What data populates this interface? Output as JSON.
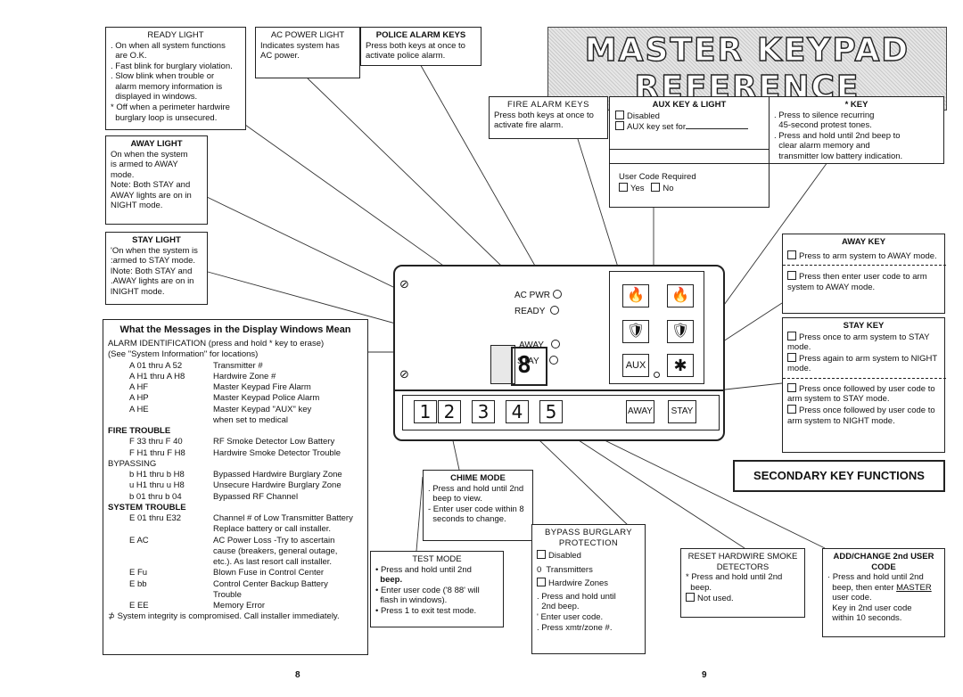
{
  "title": {
    "line1": "MASTER KEYPAD",
    "line2": "REFERENCE DIAGRAM"
  },
  "ready_light": {
    "heading": "READY LIGHT",
    "lines": [
      ". On when all system functions",
      "  are O.K.",
      ". Fast blink for burglary violation.",
      ". Slow blink when trouble or",
      "  alarm memory information is",
      "  displayed in windows.",
      "* Off when a perimeter hardwire",
      "  burglary loop is unsecured."
    ]
  },
  "ac_power_light": {
    "heading": "AC POWER LIGHT",
    "lines": [
      "Indicates system has",
      "AC power."
    ]
  },
  "police_alarm_keys": {
    "heading": "POLICE ALARM KEYS",
    "lines": [
      "Press both keys at once to",
      "activate police alarm."
    ]
  },
  "away_light": {
    "heading": "AWAY LIGHT",
    "lines": [
      "On when the system",
      "is armed to AWAY",
      "mode.",
      "Note: Both STAY and",
      "AWAY lights are on in",
      "NIGHT mode."
    ]
  },
  "stay_light": {
    "heading": "STAY LIGHT",
    "lines": [
      "'On when the system is",
      ":armed to STAY mode.",
      "lNote: Both STAY and",
      ".AWAY lights are on in",
      "lNIGHT mode."
    ]
  },
  "fire_alarm_keys": {
    "heading": "FIRE ALARM KEYS",
    "lines": [
      "Press both keys at once to",
      "activate fire alarm."
    ]
  },
  "aux_key": {
    "heading": "AUX KEY & LIGHT",
    "disabled": "Disabled",
    "aux_for": "AUX key set for",
    "user_code": "User Code Required",
    "yes": "Yes",
    "no": "No"
  },
  "star_key": {
    "heading": "* KEY",
    "lines": [
      ". Press to silence recurring",
      "  45-second protest tones.",
      ". Press and hold until 2nd beep to",
      "  clear alarm memory and",
      "  transmitter low battery indication."
    ]
  },
  "away_key": {
    "heading": "AWAY KEY",
    "item1": "Press to arm system to AWAY mode.",
    "item2": "Press then enter user code to arm system to AWAY mode."
  },
  "stay_key": {
    "heading": "STAY KEY",
    "item1": "Press once to arm system to STAY mode.",
    "item2": "Press again to arm system to NIGHT mode.",
    "item3": "Press once followed by user code to arm system to STAY mode.",
    "item4": "Press once followed by user code to arm system to NIGHT mode."
  },
  "secondary": "SECONDARY KEY FUNCTIONS",
  "keypad": {
    "ac_pwr": "AC PWR",
    "ready": "READY",
    "away": "AWAY",
    "stay": "STAY",
    "aux": "AUX",
    "star": "✱",
    "display": "8",
    "keys": [
      "1",
      "2",
      "3",
      "4",
      "5"
    ],
    "away_key": "AWAY",
    "stay_key": "STAY"
  },
  "messages": {
    "heading": "What the Messages in the Display Windows Mean",
    "alarm_id": "ALARM IDENTIFICATION (press and hold * key to erase)",
    "see": "(See \"System Information\" for locations)",
    "alarm_rows": [
      [
        "A 01 thru A 52",
        "Transmitter #"
      ],
      [
        "A H1 thru A H8",
        "Hardwire Zone #"
      ],
      [
        "A HF",
        "Master Keypad Fire Alarm"
      ],
      [
        "A HP",
        "Master Keypad Police Alarm"
      ],
      [
        "A HE",
        "Master Keypad \"AUX\" key"
      ],
      [
        "",
        "when set to medical"
      ]
    ],
    "fire_trouble": "FIRE TROUBLE",
    "fire_rows": [
      [
        "F 33 thru F 40",
        "RF Smoke Detector Low Battery"
      ],
      [
        "F H1 thru F H8",
        "Hardwire Smoke Detector Trouble"
      ]
    ],
    "bypassing": "BYPASSING",
    "bypass_rows": [
      [
        "b H1 thru b H8",
        "Bypassed Hardwire Burglary Zone"
      ],
      [
        "u H1 thru u H8",
        "Unsecure Hardwire Burglary Zone"
      ],
      [
        "b 01 thru b 04",
        "Bypassed RF Channel"
      ]
    ],
    "system_trouble": "SYSTEM TROUBLE",
    "system_rows": [
      [
        "E 01 thru E32",
        "Channel # of Low Transmitter Battery"
      ],
      [
        "",
        "Replace battery or call installer."
      ],
      [
        "E AC",
        "AC Power Loss -Try to ascertain"
      ],
      [
        "",
        "cause (breakers, general outage,"
      ],
      [
        "",
        "etc.). As last resort call installer."
      ],
      [
        "E Fu",
        "Blown Fuse in Control Center"
      ],
      [
        "E bb",
        "Control Center Backup Battery"
      ],
      [
        "",
        "Trouble"
      ],
      [
        "E EE",
        "Memory Error"
      ]
    ],
    "footer": "System integrity is compromised. Call installer immediately."
  },
  "chime_mode": {
    "heading": "CHIME MODE",
    "lines": [
      ". Press and hold until 2nd",
      "  beep to view.",
      "- Enter user code within 8",
      "  seconds to change."
    ]
  },
  "test_mode": {
    "heading": "TEST MODE",
    "lines": [
      "• Press and hold until 2nd",
      "  beep.",
      "• Enter user code ('8 88' will",
      "  flash in windows).",
      "• Press 1 to exit test mode."
    ]
  },
  "bypass": {
    "heading": "BYPASS BURGLARY PROTECTION",
    "disabled": "Disabled",
    "transmitters": "0  Transmitters",
    "hardwire": "Hardwire Zones",
    "lines": [
      ". Press and hold until",
      "  2nd beep.",
      "' Enter user code.",
      ". Press xmtr/zone #."
    ]
  },
  "reset": {
    "heading": "RESET HARDWIRE SMOKE DETECTORS",
    "lines": [
      "* Press and hold until 2nd",
      "  beep."
    ],
    "not_used": "Not used."
  },
  "add_change": {
    "heading": "ADD/CHANGE 2nd USER CODE",
    "l1": "· Press and hold until 2nd",
    "l2": "  beep, then enter",
    "master": "MASTER",
    "l3": "  user code.",
    "l4": "  Key in 2nd user code",
    "l5": "  within 10 seconds."
  },
  "page_numbers": [
    "8",
    "9"
  ]
}
